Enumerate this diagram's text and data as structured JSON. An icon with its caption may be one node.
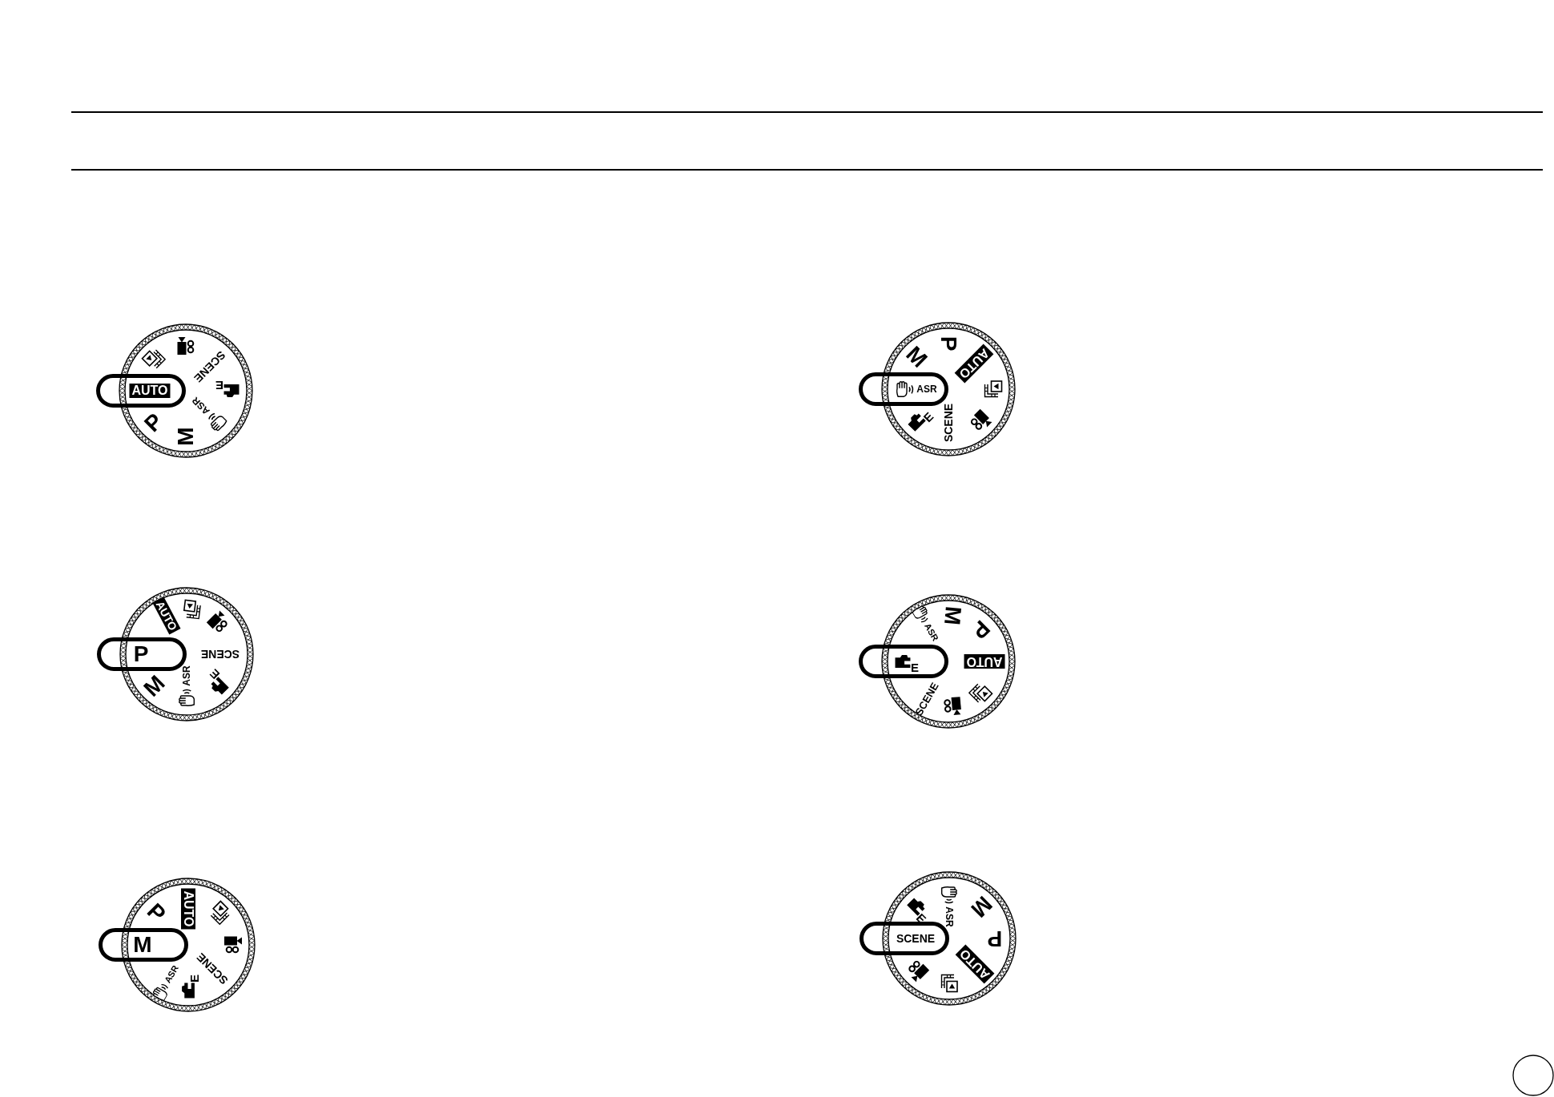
{
  "diagram": {
    "nodes": [
      {
        "text": [
          "AUTO"
        ]
      },
      {
        "text": [
          "SCENE",
          "E",
          "ASR",
          "M",
          "P"
        ]
      },
      {
        "text": [
          "ASR"
        ]
      },
      {
        "text": [
          "M",
          "P",
          "AUTO",
          "SCENE",
          "E"
        ]
      },
      {
        "text": [
          "P"
        ]
      },
      {
        "text": [
          "AUTO",
          "SCENE",
          "E",
          "ASR",
          "M"
        ]
      },
      {
        "text": [
          "E"
        ]
      },
      {
        "text": [
          "ASR",
          "M",
          "P",
          "AUTO",
          "SCENE"
        ]
      },
      {
        "text": [
          "M"
        ]
      },
      {
        "text": [
          "P",
          "AUTO",
          "SCENE",
          "E",
          "ASR"
        ]
      },
      {
        "text": [
          "SCENE"
        ]
      },
      {
        "text": [
          "E",
          "ASR",
          "M",
          "P",
          "AUTO"
        ]
      }
    ]
  }
}
